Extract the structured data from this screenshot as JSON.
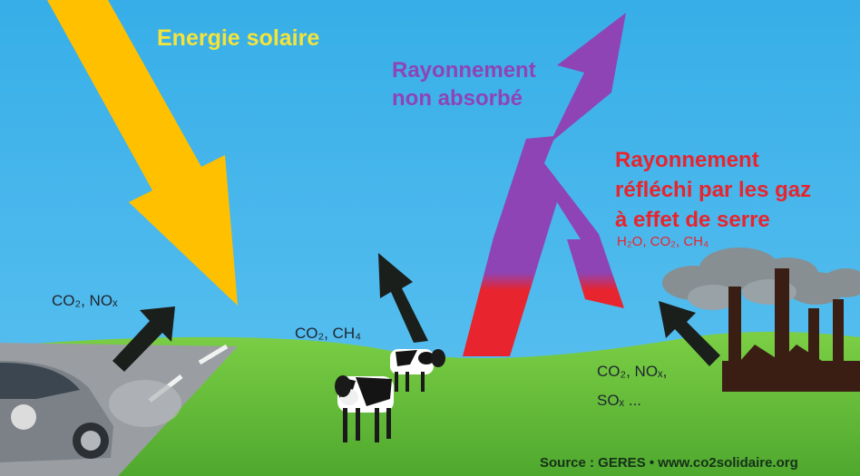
{
  "labels": {
    "solar": "Energie solaire",
    "unabsorbed_line1": "Rayonnement",
    "unabsorbed_line2": "non absorbé",
    "reflected_line1": "Rayonnement",
    "reflected_line2": "réfléchi par les gaz",
    "reflected_line3": "à effet de serre",
    "gases": "H₂O, CO₂, CH₄",
    "car_emissions": "CO₂, NOₓ",
    "cow_emissions": "CO₂, CH₄",
    "factory_emissions_line1": "CO₂, NOₓ,",
    "factory_emissions_line2": "SOₓ ...",
    "source": "Source : GERES • www.co2solidaire.org"
  },
  "colors": {
    "sky": "#3eb3ea",
    "grass": "#6cc43c",
    "solar_arrow": "#ffc000",
    "unabsorbed_arrow": "#8e44b5",
    "reflected_arrow": "#e8242e",
    "emission_arrows": "#1a1f1c"
  }
}
